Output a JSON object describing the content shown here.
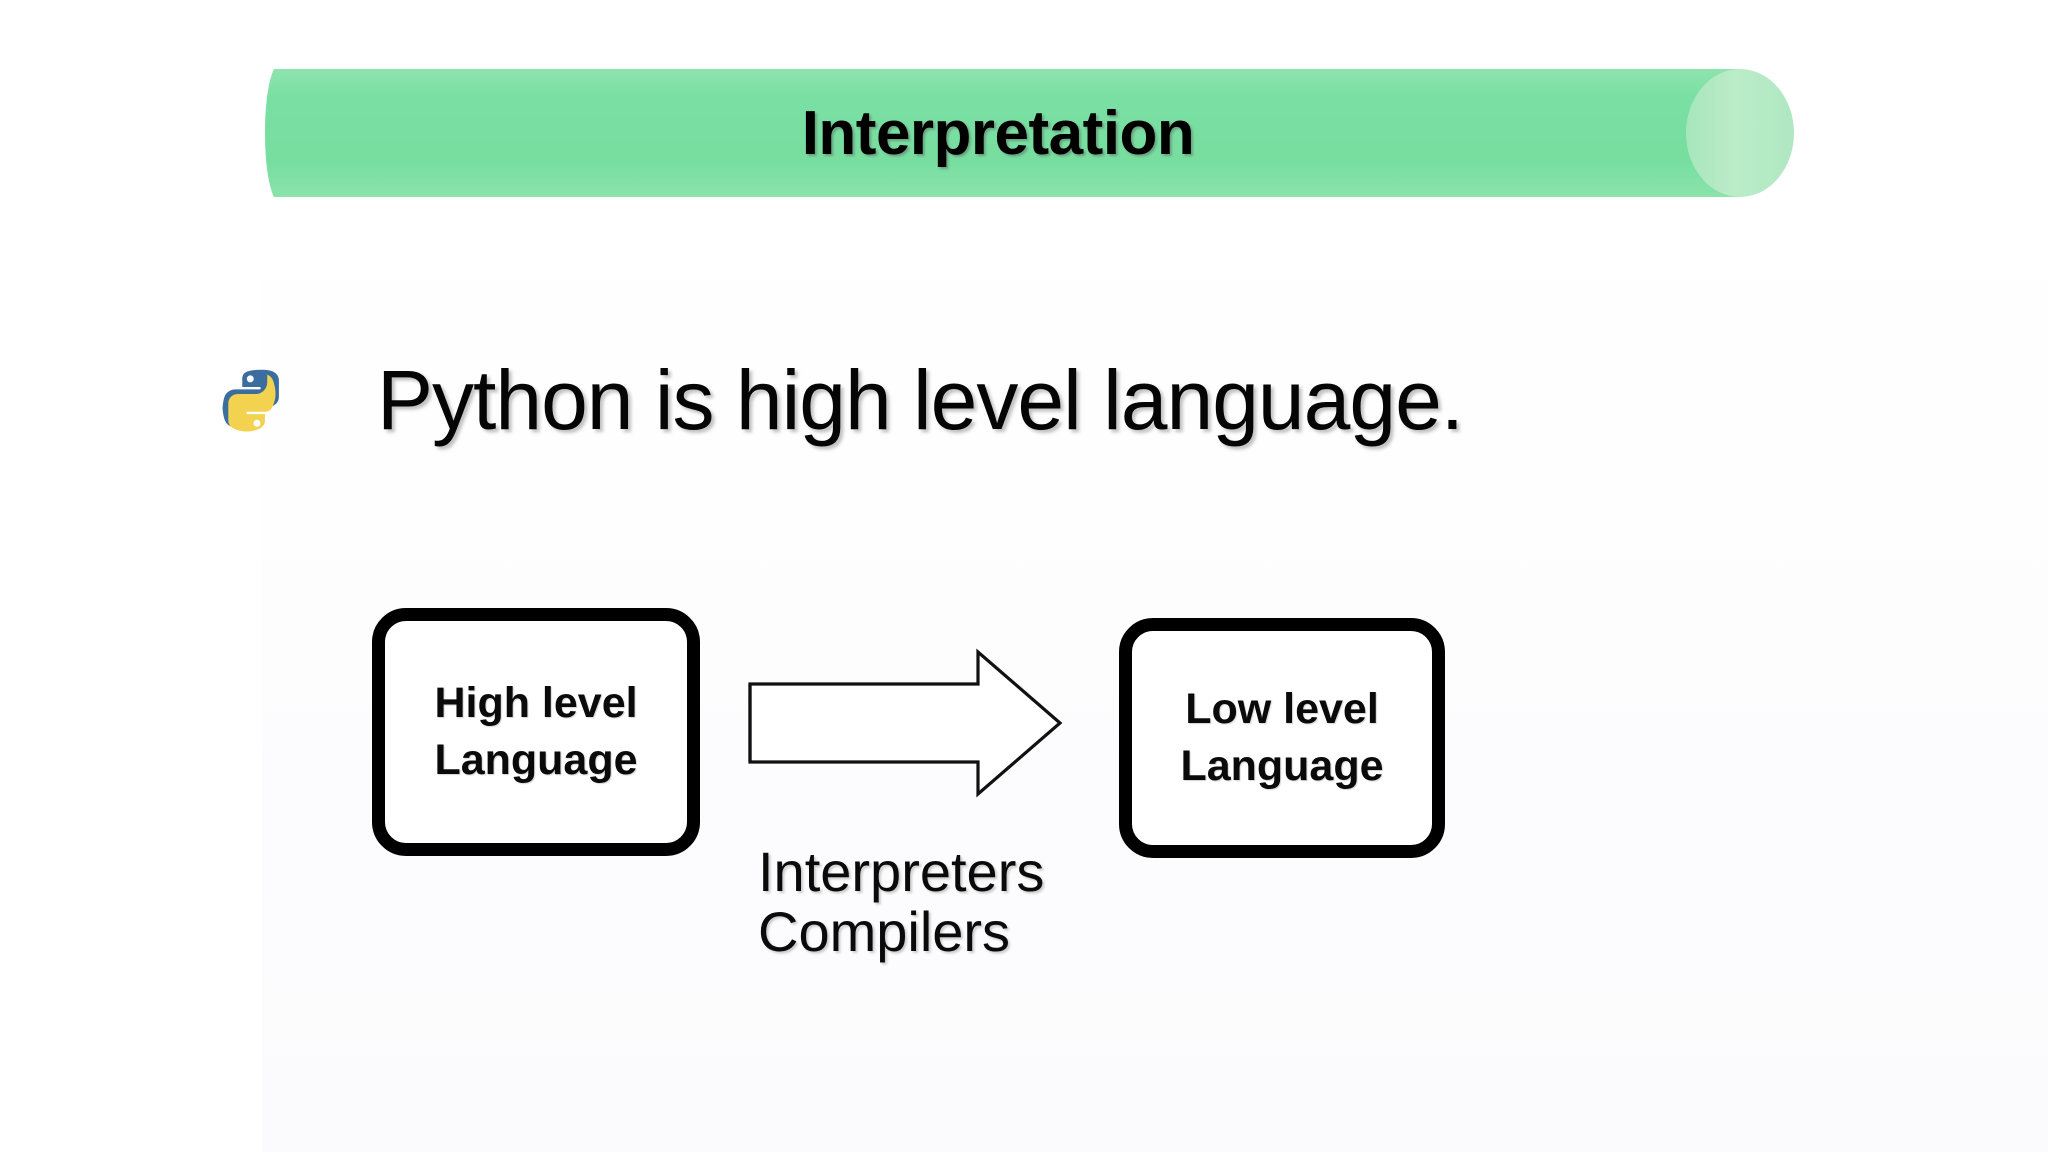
{
  "slide": {
    "background_color": "#ffffff",
    "title": {
      "text": "Interpretation",
      "banner_color": "#7ADFA2",
      "banner_cap_color": "#B8E9C6",
      "text_color": "#000000"
    },
    "bullet": {
      "icon": "python-logo-icon",
      "icon_colors": {
        "blue": "#3B6E9F",
        "yellow": "#F2D24E"
      },
      "text": "Python is high level language."
    },
    "diagram": {
      "type": "flow",
      "source_box": {
        "line1": "High level",
        "line2": "Language"
      },
      "arrow": {
        "icon": "right-block-arrow-icon",
        "direction": "right",
        "fill": "#ffffff",
        "stroke": "#000000"
      },
      "target_box": {
        "line1": "Low level",
        "line2": "Language"
      },
      "arrow_labels": [
        "Interpreters",
        "Compilers"
      ]
    }
  }
}
